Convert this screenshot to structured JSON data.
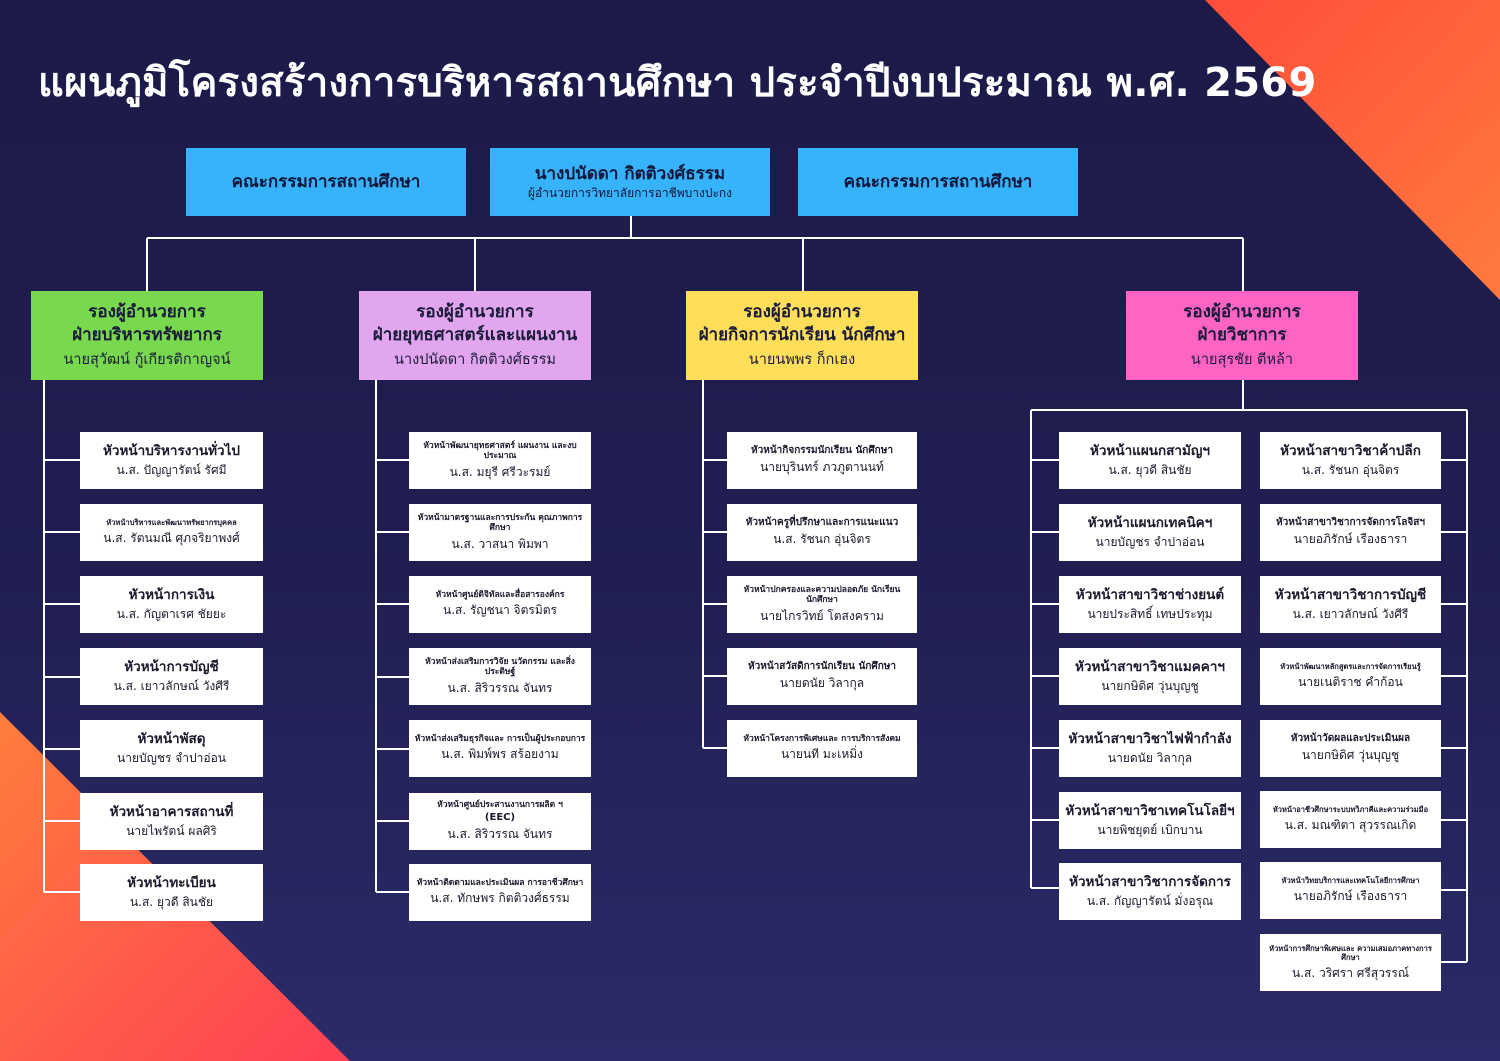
{
  "title": "แผนภูมิโครงสร้างการบริหารสถานศึกษา ประจำปีงบประมาณ พ.ศ. 2569",
  "colors": {
    "background": "#1e1d4c",
    "accent_orange": "#ff6a3d",
    "top_box": "#36b3fb",
    "line": "#ffffff"
  },
  "top": {
    "left": "คณะกรรมการสถานศึกษา",
    "director_name": "นางปนัดดา กิตติวงศ์ธรรม",
    "director_title": "ผู้อำนวยการวิทยาลัยการอาชีพบางปะกง",
    "right": "คณะกรรมการสถานศึกษา"
  },
  "departments": [
    {
      "title1": "รองผู้อำนวยการ",
      "title2": "ฝ่ายบริหารทรัพยากร",
      "name": "นายสุวัฒน์  กู้เกียรติกาญจน์",
      "color": "#79d94e",
      "units": [
        {
          "title": "หัวหน้าบริหารงานทั่วไป",
          "name": "น.ส. ปัญญารัตน์  รัศมี"
        },
        {
          "title": "หัวหน้าบริหารและพัฒนาทรัพยากรบุคคล",
          "name": "น.ส. รัตนมณี  ศุภจริยาพงศ์"
        },
        {
          "title": "หัวหน้าการเงิน",
          "name": "น.ส. กัญตาเรศ ชัยยะ"
        },
        {
          "title": "หัวหน้าการบัญชี",
          "name": "น.ส. เยาวลักษณ์ วังศีรี"
        },
        {
          "title": "หัวหน้าพัสดุ",
          "name": "นายบัญชร จำปาอ่อน"
        },
        {
          "title": "หัวหน้าอาคารสถานที่",
          "name": "นายไพรัตน์  ผลศิริ"
        },
        {
          "title": "หัวหน้าทะเบียน",
          "name": "น.ส. ยุวดี  สินชัย"
        }
      ]
    },
    {
      "title1": "รองผู้อำนวยการ",
      "title2": "ฝ่ายยุทธศาสตร์และแผนงาน",
      "name": "นางปนัดดา  กิตติวงศ์ธรรม",
      "color": "#e2a6ee",
      "units": [
        {
          "title": "หัวหน้าพัฒนายุทธศาสตร์ แผนงาน และงบประมาณ",
          "name": "น.ส. มยุรี  ศรีวะรมย์"
        },
        {
          "title": "หัวหน้ามาตรฐานและการประกัน คุณภาพการศึกษา",
          "name": "น.ส. วาสนา  พิมพา"
        },
        {
          "title": "หัวหน้าศูนย์ดิจิทัลและสื่อสารองค์กร",
          "name": "น.ส. รัญชนา  จิตรมิตร"
        },
        {
          "title": "หัวหน้าส่งเสริมการวิจัย นวัตกรรม และสิ่งประดิษฐ์",
          "name": "น.ส. สิริวรรณ  จันทร"
        },
        {
          "title": "หัวหน้าส่งเสริมธุรกิจและ การเป็นผู้ประกอบการ",
          "name": "น.ส. พิมพ์พร  สร้อยงาม"
        },
        {
          "title": "หัวหน้าศูนย์ประสานงานการผลิต ฯ",
          "title2": "(EEC)",
          "name": "น.ส. สิริวรรณ    จันทร"
        },
        {
          "title": "หัวหน้าติดตามและประเมินผล การอาชีวศึกษา",
          "name": "น.ส. ทักษพร กิตติวงศ์ธรรม"
        }
      ]
    },
    {
      "title1": "รองผู้อำนวยการ",
      "title2": "ฝ่ายกิจการนักเรียน นักศึกษา",
      "name": "นายนพพร  ก็กเฮง",
      "color": "#ffdf5a",
      "units": [
        {
          "title": "หัวหน้ากิจกรรมนักเรียน นักศึกษา",
          "name": "นายบุรินทร์ ภวภูตานนท์"
        },
        {
          "title": "หัวหน้าครูที่ปรึกษาและการแนะแนว",
          "name": "น.ส. รัชนก อุ่นจิตร"
        },
        {
          "title": "หัวหน้าปกครองและความปลอดภัย นักเรียน นักศึกษา",
          "name": "นายไกรวิทย์  โตสงคราม"
        },
        {
          "title": "หัวหน้าสวัสดิการนักเรียน นักศึกษา",
          "name": "นายดนัย  วิลากุล"
        },
        {
          "title": "หัวหน้าโครงการพิเศษและ การบริการสังคม",
          "name": "นายนที มะเหมิ่ง"
        }
      ]
    },
    {
      "title1": "รองผู้อำนวยการ",
      "title2": "ฝ่ายวิชาการ",
      "name": "นายสุรชัย  ตีหล้า",
      "color": "#ff64c4",
      "units_left": [
        {
          "title": "หัวหน้าแผนกสามัญฯ",
          "name": "น.ส. ยุวดี สินชัย"
        },
        {
          "title": "หัวหน้าแผนกเทคนิคฯ",
          "name": "นายบัญชร จำปาอ่อน"
        },
        {
          "title": "หัวหน้าสาขาวิชาช่างยนต์",
          "name": "นายประสิทธิ์ เทษประทุม"
        },
        {
          "title": "หัวหน้าสาขาวิชาแมคคาฯ",
          "name": "นายกษิดิศ วุ่นบุญชู"
        },
        {
          "title": "หัวหน้าสาขาวิชาไฟฟ้ากำลัง",
          "name": "นายดนัย วิลากุล"
        },
        {
          "title": "หัวหน้าสาขาวิชาเทคโนโลยีฯ",
          "name": "นายพิชยุตย์ เบิกบาน"
        },
        {
          "title": "หัวหน้าสาขาวิชาการจัดการ",
          "name": "น.ส. กัญญารัตน์ มั่งอรุณ"
        }
      ],
      "units_right": [
        {
          "title": "หัวหน้าสาขาวิชาค้าปลีก",
          "name": "น.ส. รัชนก อุ่นจิตร"
        },
        {
          "title": "หัวหน้าสาขาวิชาการจัดการโลจิสฯ",
          "name": "นายอภิรักษ์ เรืองธารา"
        },
        {
          "title": "หัวหน้าสาขาวิชาการบัญชี",
          "name": "น.ส. เยาวลักษณ์ วังศีรี"
        },
        {
          "title": "หัวหน้าพัฒนาหลักสูตรและการจัดการเรียนรู้",
          "name": "นายเนติราช คำก้อน"
        },
        {
          "title": "หัวหน้าวัดผลและประเมินผล",
          "name": "นายกษิดิศ    วุ่นบุญชู"
        },
        {
          "title": "หัวหน้าอาชีวศึกษาระบบทวิภาคีและความร่วมมือ",
          "name": "น.ส. มณฑิตา  สุวรรณเกิด"
        },
        {
          "title": "หัวหน้าวิทยบริการและเทคโนโลยีการศึกษา",
          "name": "นายอภิรักษ์  เรืองธารา"
        },
        {
          "title": "หัวหน้าการศึกษาพิเศษและ ความเสมอภาคทางการศึกษา",
          "name": "น.ส. วริศรา  ศรีสุวรรณ์"
        }
      ]
    }
  ]
}
